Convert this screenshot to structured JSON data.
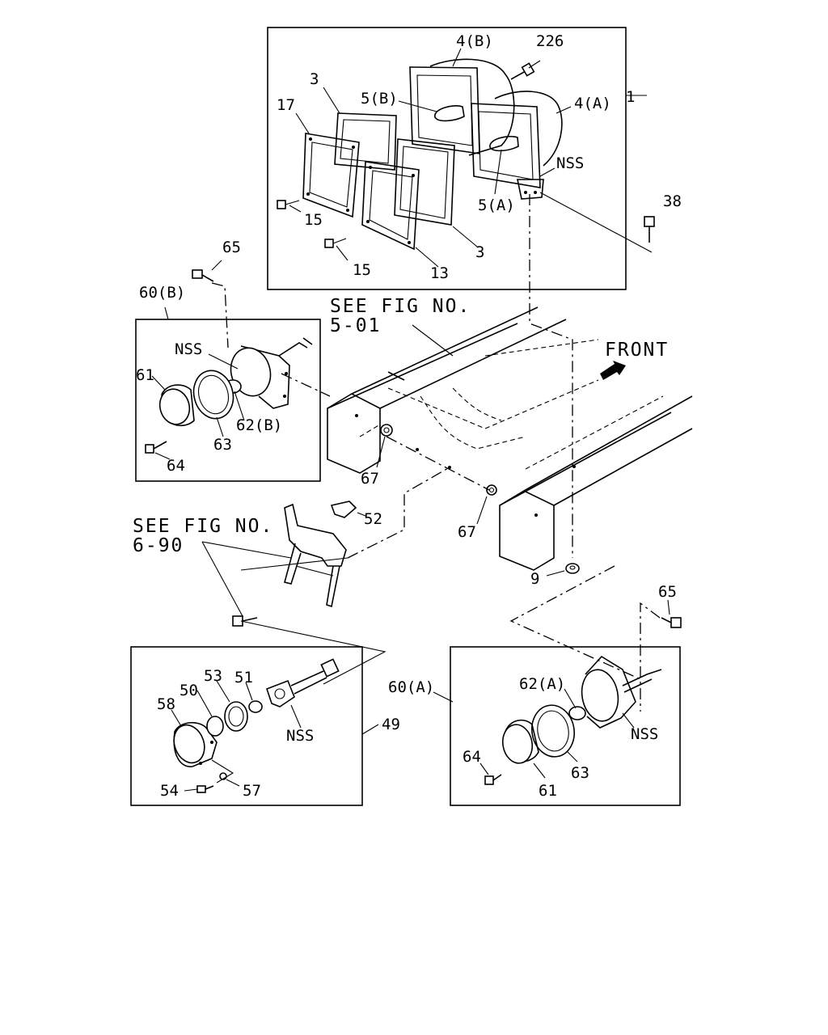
{
  "labels": {
    "l1": "1",
    "l3a": "3",
    "l3b": "3",
    "l4b": "4(B)",
    "l4a": "4(A)",
    "l5b": "5(B)",
    "l5a": "5(A)",
    "l9": "9",
    "l13": "13",
    "l15a": "15",
    "l15b": "15",
    "l17": "17",
    "l38": "38",
    "l49": "49",
    "l50": "50",
    "l51": "51",
    "l52": "52",
    "l53": "53",
    "l54": "54",
    "l57": "57",
    "l58": "58",
    "l60a": "60(A)",
    "l60b": "60(B)",
    "l61a": "61",
    "l61b": "61",
    "l62a": "62(A)",
    "l62b": "62(B)",
    "l63a": "63",
    "l63b": "63",
    "l64a": "64",
    "l64b": "64",
    "l65a": "65",
    "l65b": "65",
    "l67a": "67",
    "l67b": "67",
    "l226": "226",
    "nss1": "NSS",
    "nss2": "NSS",
    "nss3": "NSS",
    "nss4": "NSS"
  },
  "references": {
    "fig501_line1": "SEE FIG NO.",
    "fig501_line2": "5-01",
    "fig690_line1": "SEE FIG NO.",
    "fig690_line2": "6-90"
  },
  "direction": {
    "label": "FRONT"
  }
}
